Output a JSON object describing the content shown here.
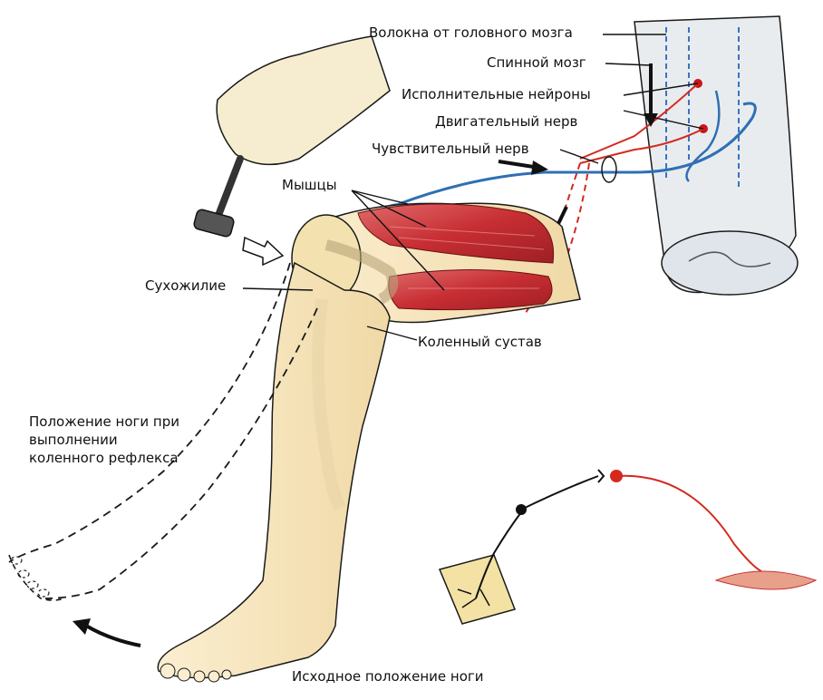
{
  "labels": {
    "brain_fibers": "Волокна от головного мозга",
    "spinal_cord": "Спинной мозг",
    "executive_neurons": "Исполнительные   нейроны",
    "motor_nerve": "Двигательный нерв",
    "sensory_nerve": "Чувствительный нерв",
    "muscles": "Мышцы",
    "tendon": "Сухожилие",
    "knee_joint": "Коленный сустав",
    "reflex_position": "Положение ноги при выполнении коленного рефлекса",
    "initial_position": "Исходное положение ноги"
  },
  "colors": {
    "sensory": "#2f6fb5",
    "motor": "#d42a1e",
    "muscle": "#c8363a",
    "skin": "#f6e3b8",
    "outline": "#1a1a1a"
  }
}
